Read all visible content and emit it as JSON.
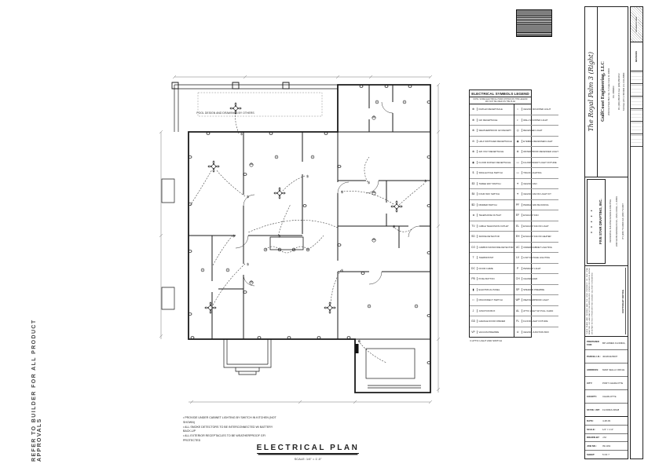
{
  "page": {
    "side_note": "REFER TO BUILDER FOR ALL PRODUCT APPROVALS",
    "pool_note": "POOL DESIGN AND DRAWINGS BY OTHERS",
    "plan_title": "ELECTRICAL PLAN",
    "plan_scale": "SCALE: 1/4\" = 1'-0\""
  },
  "legend": {
    "title": "ELECTRICAL SYMBOLS LEGEND",
    "subtitle": "NOTE: SOME ELECTRICAL ITEMS SHOWN ON THIS LEGEND MAY NOT BE USED ON THE PLAN",
    "footnote": "⊙  ATTIC LIGHT AND SWITCH",
    "columns": [
      [
        {
          "glyph": "⊕",
          "label": "DUPLEX RECEPTACLE"
        },
        {
          "glyph": "⊕",
          "label": "GFI RECEPTACLE"
        },
        {
          "glyph": "⊕",
          "label": "WEATHERPROOF GFI RECEPT."
        },
        {
          "glyph": "⊖",
          "label": "HALF SWITCHED RECEPTACLE"
        },
        {
          "glyph": "⊗",
          "label": "220 VOLT RECEPTACLE"
        },
        {
          "glyph": "◉",
          "label": "FLOOR DUPLEX RECEPTACLE"
        },
        {
          "glyph": "$",
          "label": "SINGLE POLE SWITCH"
        },
        {
          "glyph": "$3",
          "label": "THREE WAY SWITCH"
        },
        {
          "glyph": "$4",
          "label": "FOUR WAY SWITCH"
        },
        {
          "glyph": "$D",
          "label": "DIMMER SWITCH"
        },
        {
          "glyph": "◄",
          "label": "TELEPHONE OUTLET"
        },
        {
          "glyph": "TV",
          "label": "CABLE TELEVISION OUTLET"
        },
        {
          "glyph": "SD",
          "label": "SMOKE DETECTOR"
        },
        {
          "glyph": "CO",
          "label": "CARBON MONOXIDE DETECTOR"
        },
        {
          "glyph": "T",
          "label": "THERMOSTAT"
        },
        {
          "glyph": "DC",
          "label": "DOOR CHIME"
        },
        {
          "glyph": "PB",
          "label": "PUSH BUTTON"
        },
        {
          "glyph": "▮",
          "label": "ELECTRICAL PANEL"
        },
        {
          "glyph": "□",
          "label": "DISCONNECT SWITCH"
        },
        {
          "glyph": "J",
          "label": "JUNCTION BOX"
        },
        {
          "glyph": "GD",
          "label": "GARAGE DOOR OPENER"
        },
        {
          "glyph": "VP",
          "label": "VACUUM PREWIRE"
        }
      ],
      [
        {
          "glyph": "○",
          "label": "CEILING MOUNTED LIGHT"
        },
        {
          "glyph": "◐",
          "label": "WALL MOUNTED LIGHT"
        },
        {
          "glyph": "◎",
          "label": "RECESSED LIGHT"
        },
        {
          "glyph": "◉",
          "label": "EYEBALL RECESSED LIGHT"
        },
        {
          "glyph": "⊚",
          "label": "WATERPROOF RECESSED LIGHT"
        },
        {
          "glyph": "▭",
          "label": "FLUORESCENT LIGHT FIXTURE"
        },
        {
          "glyph": "▭",
          "label": "TRACK LIGHTING"
        },
        {
          "glyph": "✶",
          "label": "CEILING FAN"
        },
        {
          "glyph": "✶",
          "label": "CEILING FAN W/ LIGHT KIT"
        },
        {
          "glyph": "PF",
          "label": "PADDLE FAN BLOCKING"
        },
        {
          "glyph": "EF",
          "label": "EXHAUST FAN"
        },
        {
          "glyph": "EL",
          "label": "EXHAUST FAN W/ LIGHT"
        },
        {
          "glyph": "EH",
          "label": "EXHAUST FAN W/ HEATER"
        },
        {
          "glyph": "UC",
          "label": "UNDER CABINET LIGHTING"
        },
        {
          "glyph": "LV",
          "label": "LOW VOLTAGE LIGHTING"
        },
        {
          "glyph": "P",
          "label": "PENDANT LIGHT"
        },
        {
          "glyph": "CH",
          "label": "CHANDELIER"
        },
        {
          "glyph": "SP",
          "label": "SPEAKER PREWIRE"
        },
        {
          "glyph": "WP",
          "label": "WEATHERPROOF LIGHT"
        },
        {
          "glyph": "AL",
          "label": "ATTIC LIGHT W/ PULL CHAIN"
        },
        {
          "glyph": "FL",
          "label": "FLOOD LIGHT FIXTURE"
        },
        {
          "glyph": "⊙",
          "label": "CEILING JUNCTION BOX"
        }
      ]
    ]
  },
  "plan_notes": {
    "items": [
      "PROVIDE UNDER CABINET LIGHTING BY SWITCH IN KITCHEN (NOT SHOWN)",
      "ALL SMOKE DETECTORS TO BE INTERCONNECTED W/ BATTERY BACK-UP",
      "ALL EXTERIOR RECEPTACLES TO BE WEATHERPROOF GFI PROTECTED"
    ]
  },
  "titleblock": {
    "plan_name": "The Royal Palm 3 (Right)",
    "engineer": {
      "name": "GulfCoast Engineering, LLC",
      "lines": [
        "2002 Del Prado Blvd. Ste. S | Cape Coral, FL 33904",
        "P.E. #58990C",
        "Ph: (239) 458-0671   Fax: (239) 458-0672",
        "Toll Free: (877) 748-5364 | FL COA #9890"
      ]
    },
    "drafter": {
      "name": "FIVE STAR DRAFTING, INC.",
      "stars": "★ ★ ★ ★ ★",
      "lines": [
        "RESIDENTIAL BUILDING DESIGN & DRAFTING",
        "2316 SANTA BARBARA BLVD., CAPE CORAL, FL 33991",
        "PH: (239) 772-0606   FAX: (239) 772-0607"
      ]
    },
    "copyright": {
      "title": "COPYRIGHT NOTICE",
      "text": "THESE PLANS AND DESIGNS ARE THE SOLE PROPERTY OF FIVE STAR DRAFTING, INC. AND MAY NOT BE REPRODUCED, COPIED OR USED IN WHOLE OR IN PART WITHOUT PRIOR WRITTEN CONSENT. ALL RIGHTS RESERVED."
    },
    "seal_label": "ENGINEER'S SEAL",
    "revisions_label": "REVISIONS",
    "project": {
      "rows": [
        {
          "label": "PREPARED FOR:",
          "value": "BP HOMES FLORIDA, LLC"
        },
        {
          "label": "PARCEL I.D.:",
          "value": "402204226007"
        },
        {
          "label": "ADDRESS:",
          "value": "MARI SELLA CIRCLE"
        },
        {
          "label": "CITY:",
          "value": "PORT CHARLOTTE"
        },
        {
          "label": "COUNTY:",
          "value": "CHARLOTTE"
        },
        {
          "label": "STATE / ZIP:",
          "value": "FLORIDA 33948"
        }
      ]
    },
    "sheet": {
      "rows": [
        {
          "label": "DATE:",
          "value": "4-28-09"
        },
        {
          "label": "SCALE:",
          "value": "1/4\" = 1'-0\""
        },
        {
          "label": "DRAWN BY:",
          "value": "J.M."
        },
        {
          "label": "JOB NO.:",
          "value": "09-1162"
        },
        {
          "label": "SHEET:",
          "value": "5 OF 7"
        }
      ]
    }
  }
}
